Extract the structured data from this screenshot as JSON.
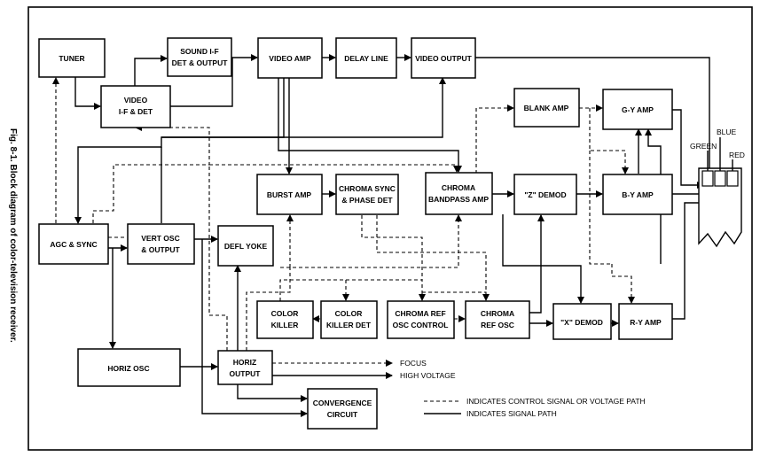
{
  "caption": "Fig. 8-1. Block diagram of color-television receiver.",
  "blocks": {
    "tuner": [
      "TUNER"
    ],
    "sound_if": [
      "SOUND I-F",
      "DET & OUTPUT"
    ],
    "video_amp": [
      "VIDEO AMP"
    ],
    "delay_line": [
      "DELAY LINE"
    ],
    "video_output": [
      "VIDEO OUTPUT"
    ],
    "video_if": [
      "VIDEO",
      "I-F & DET"
    ],
    "blank_amp": [
      "BLANK AMP"
    ],
    "gy_amp": [
      "G-Y AMP"
    ],
    "burst_amp": [
      "BURST AMP"
    ],
    "chroma_sync": [
      "CHROMA SYNC",
      "& PHASE DET"
    ],
    "chroma_bandpass": [
      "CHROMA",
      "BANDPASS AMP"
    ],
    "z_demod": [
      "\"Z\" DEMOD"
    ],
    "by_amp": [
      "B-Y  AMP"
    ],
    "agc_sync": [
      "AGC & SYNC"
    ],
    "vert_osc": [
      "VERT OSC",
      "& OUTPUT"
    ],
    "defl_yoke": [
      "DEFL YOKE"
    ],
    "color_killer": [
      "COLOR",
      "KILLER"
    ],
    "color_killer_det": [
      "COLOR",
      "KILLER DET"
    ],
    "chroma_ref_ctrl": [
      "CHROMA REF",
      "OSC CONTROL"
    ],
    "chroma_ref_osc": [
      "CHROMA",
      "REF OSC"
    ],
    "x_demod": [
      "\"X\" DEMOD"
    ],
    "ry_amp": [
      "R-Y AMP"
    ],
    "horiz_osc": [
      "HORIZ OSC"
    ],
    "horiz_output": [
      "HORIZ",
      "OUTPUT"
    ],
    "convergence": [
      "CONVERGENCE",
      "CIRCUIT"
    ]
  },
  "outputs": {
    "focus": "FOCUS",
    "high_voltage": "HIGH VOLTAGE"
  },
  "crt_guns": {
    "green": "GREEN",
    "blue": "BLUE",
    "red": "RED"
  },
  "legend": {
    "control": "INDICATES CONTROL SIGNAL OR VOLTAGE PATH",
    "signal": "INDICATES SIGNAL PATH"
  }
}
